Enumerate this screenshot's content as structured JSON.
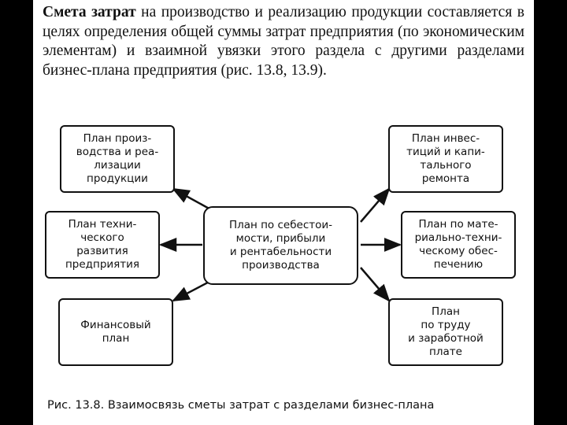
{
  "paragraph": {
    "bold_lead": "Смета затрат",
    "text": " на производство и реализацию продукции составляется в целях определения общей суммы затрат предприятия (по экономическим элементам) и взаимной увязки этого раздела с другими разделами бизнес-плана предприятия (рис. 13.8, 13.9)."
  },
  "diagram": {
    "center": "План по себестои-\nмости, прибыли\nи рентабельности\nпроизводства",
    "left_top": "План произ-\nводства и реа-\nлизации\nпродукции",
    "left_middle": "План техни-\nческого\nразвития\nпредприятия",
    "left_bottom": "Финансовый\nплан",
    "right_top": "План инвес-\nтиций и капи-\nтального\nремонта",
    "right_middle": "План по мате-\nриально-техни-\nческому обес-\nпечению",
    "right_bottom": "План\nпо труду\nи заработной\nплате"
  },
  "caption": "Рис. 13.8. Взаимосвязь сметы затрат с разделами бизнес-плана"
}
